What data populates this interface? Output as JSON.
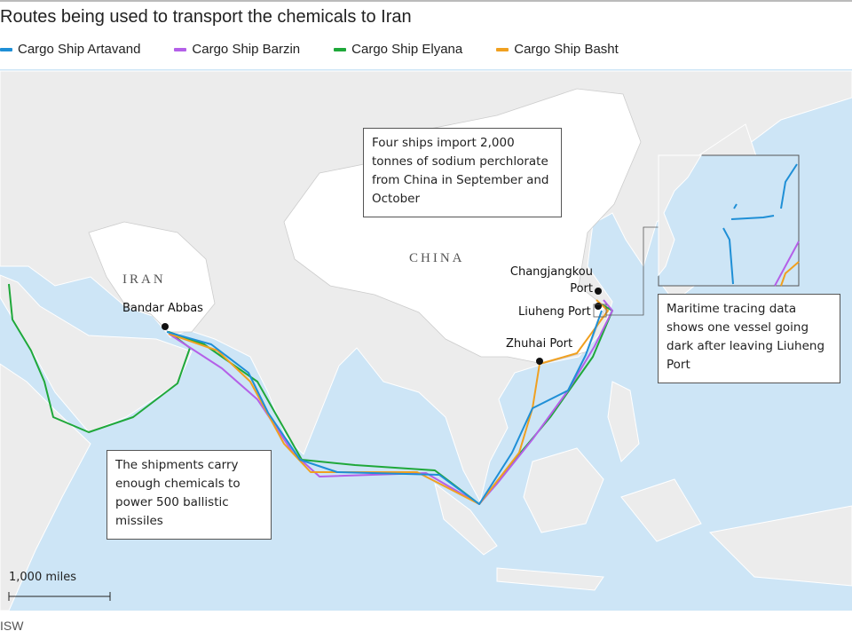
{
  "title": "Routes being used to transport the chemicals to Iran",
  "legend": [
    {
      "label": "Cargo Ship Artavand",
      "color": "#1f8fd6"
    },
    {
      "label": "Cargo Ship Barzin",
      "color": "#b460e8"
    },
    {
      "label": "Cargo Ship Elyana",
      "color": "#1fa83a"
    },
    {
      "label": "Cargo Ship Basht",
      "color": "#f0a020"
    }
  ],
  "countries": {
    "iran": "IRAN",
    "china": "CHINA"
  },
  "ports": {
    "bandar_abbas": "Bandar Abbas",
    "changjiangkou": "Changjangkou Port",
    "liuheng": "Liuheng Port",
    "zhuhai": "Zhuhai Port"
  },
  "annotations": {
    "china": "Four ships import 2,000 tonnes of sodium perchlorate from China in September and October",
    "inset": "Maritime tracing data shows one vessel going dark after leaving Liuheng Port",
    "shipments": "The shipments carry enough chemicals to power 500 ballistic missiles"
  },
  "scale": "1,000 miles",
  "source": "ISW",
  "colors": {
    "sea": "#cde5f6",
    "land": "#ececec",
    "highlight_land": "#ffffff"
  }
}
